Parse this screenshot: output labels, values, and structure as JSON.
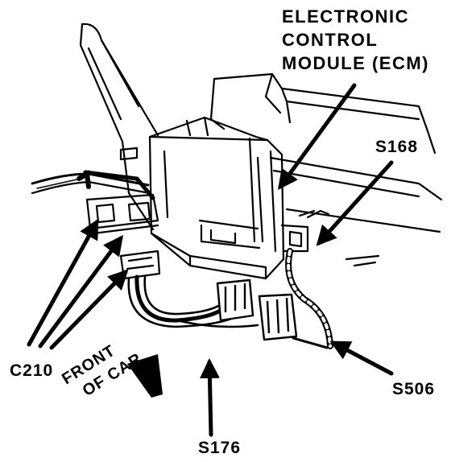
{
  "labels": {
    "ecm_line1": "ELECTRONIC",
    "ecm_line2": "CONTROL",
    "ecm_line3": "MODULE (ECM)",
    "s168": "S168",
    "c210": "C210",
    "s506": "S506",
    "s176": "S176",
    "front_line1": "FRONT",
    "front_line2": "OF CAR"
  },
  "colors": {
    "ink": "#000000",
    "paper": "#ffffff"
  }
}
